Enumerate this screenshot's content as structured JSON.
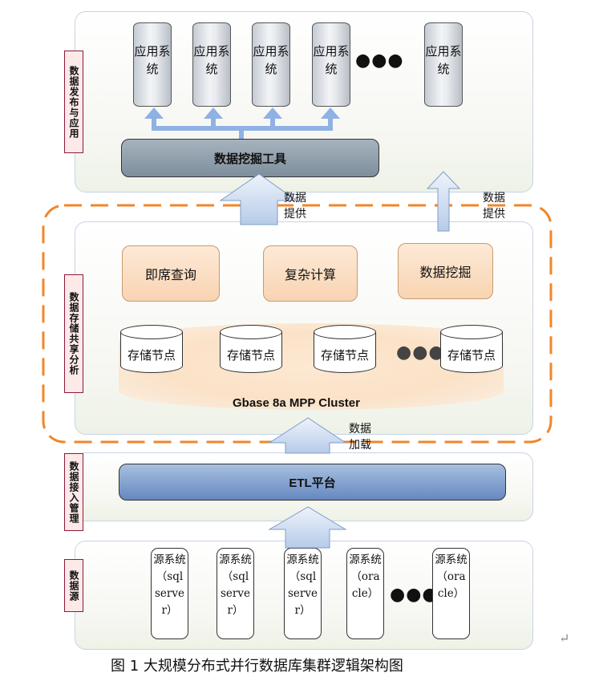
{
  "layers": {
    "app_publish": {
      "side_label": "数据发布与应用",
      "apps": [
        "应用系统",
        "应用系统",
        "应用系统",
        "应用系统",
        "应用系统"
      ],
      "ellipsis": "●●●",
      "tool": "数据挖掘工具"
    },
    "storage": {
      "side_label": "数据存储共享分析",
      "services": [
        "即席查询",
        "复杂计算",
        "数据挖掘"
      ],
      "nodes": [
        "存储节点",
        "存储节点",
        "存储节点",
        "存储节点"
      ],
      "ellipsis": "●●●",
      "cluster": "Gbase 8a MPP Cluster"
    },
    "ingest": {
      "side_label": "数据接入管理",
      "platform": "ETL平台"
    },
    "sources": {
      "side_label": "数据源",
      "items": [
        "源系统（sql server）",
        "源系统（sql server）",
        "源系统（sql server）",
        "源系统（oracle）",
        "源系统（oracle）"
      ],
      "ellipsis": "●●●"
    }
  },
  "arrows": {
    "provide_left": "数据提供",
    "provide_right": "数据提供",
    "load": "数据加载"
  },
  "caption": "图 1 大规模分布式并行数据库集群逻辑架构图",
  "colors": {
    "dashed_border": "#f0862a",
    "arrow_fill": "#c9d9f0",
    "tool_bar": "#8e9dab",
    "etl_bar": "#6f93c6",
    "service_fill": "#fbdcc0"
  }
}
